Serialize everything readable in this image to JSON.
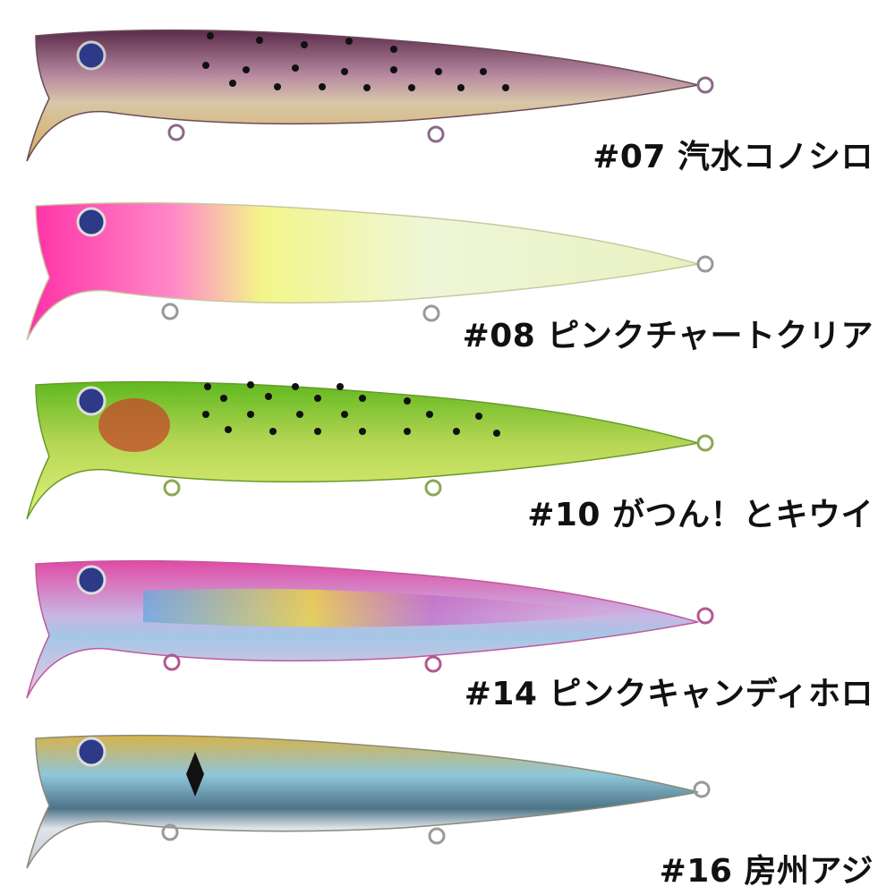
{
  "lures": [
    {
      "label": "#07 汽水コノシロ",
      "colors": {
        "back": "#6b3a5a",
        "mid": "#c9a07a",
        "belly": "#e9c97a",
        "head": "#7a6a55"
      },
      "spots": true,
      "pattern": "spots"
    },
    {
      "label": "#08 ピンクチャートクリア",
      "colors": {
        "back": "#f2f28a",
        "mid": "#f4f9d0",
        "belly": "#f7f7f0",
        "head": "#ff3fb0"
      },
      "spots": false,
      "pattern": "clear"
    },
    {
      "label": "#10 がつん！とキウイ",
      "colors": {
        "back": "#7ec22a",
        "mid": "#b9d857",
        "belly": "#e9f77a",
        "head": "#c4482a"
      },
      "spots": true,
      "pattern": "spots"
    },
    {
      "label": "#14 ピンクキャンディホロ",
      "colors": {
        "back": "#e24aa6",
        "mid": "#b8a6d6",
        "belly": "#f1c6e4",
        "head": "#e9b7d8"
      },
      "spots": false,
      "pattern": "holo"
    },
    {
      "label": "#16 房州アジ",
      "colors": {
        "back": "#d8b44a",
        "mid": "#8ec7da",
        "belly": "#e6eaf0",
        "head": "#9fb8c8"
      },
      "spots": false,
      "pattern": "aji"
    }
  ]
}
